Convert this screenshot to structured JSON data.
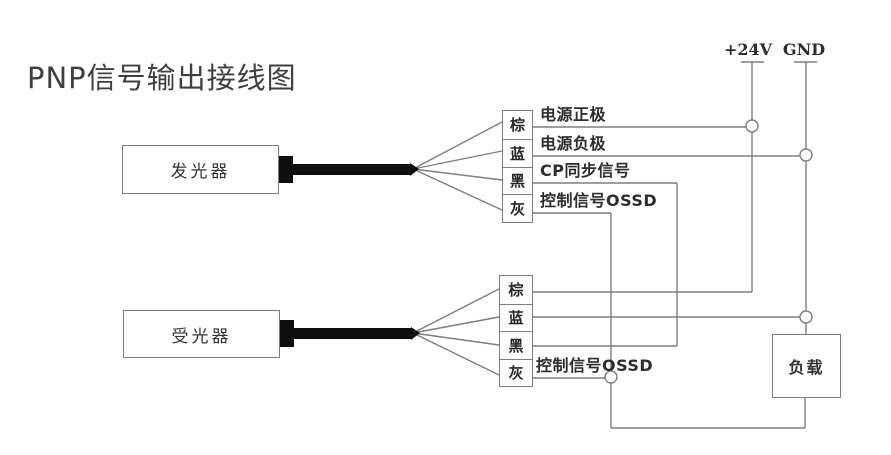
{
  "title": "PNP信号输出接线图",
  "rails": {
    "v24": "+24V",
    "gnd": "GND"
  },
  "emitter": {
    "label": "发光器",
    "terminals": [
      "棕",
      "蓝",
      "黑",
      "灰"
    ],
    "wire_labels": [
      "电源正极",
      "电源负极",
      "CP同步信号",
      "控制信号OSSD"
    ]
  },
  "receiver": {
    "label": "受光器",
    "terminals": [
      "棕",
      "蓝",
      "黑",
      "灰"
    ],
    "wire_labels": [
      "控制信号OSSD"
    ]
  },
  "load": {
    "label": "负载"
  },
  "colors": {
    "line": "#7e7e7e",
    "cable": "#0e0e0e",
    "diagram_text": "#2d2d2d",
    "title_text": "#3f3f3f"
  }
}
